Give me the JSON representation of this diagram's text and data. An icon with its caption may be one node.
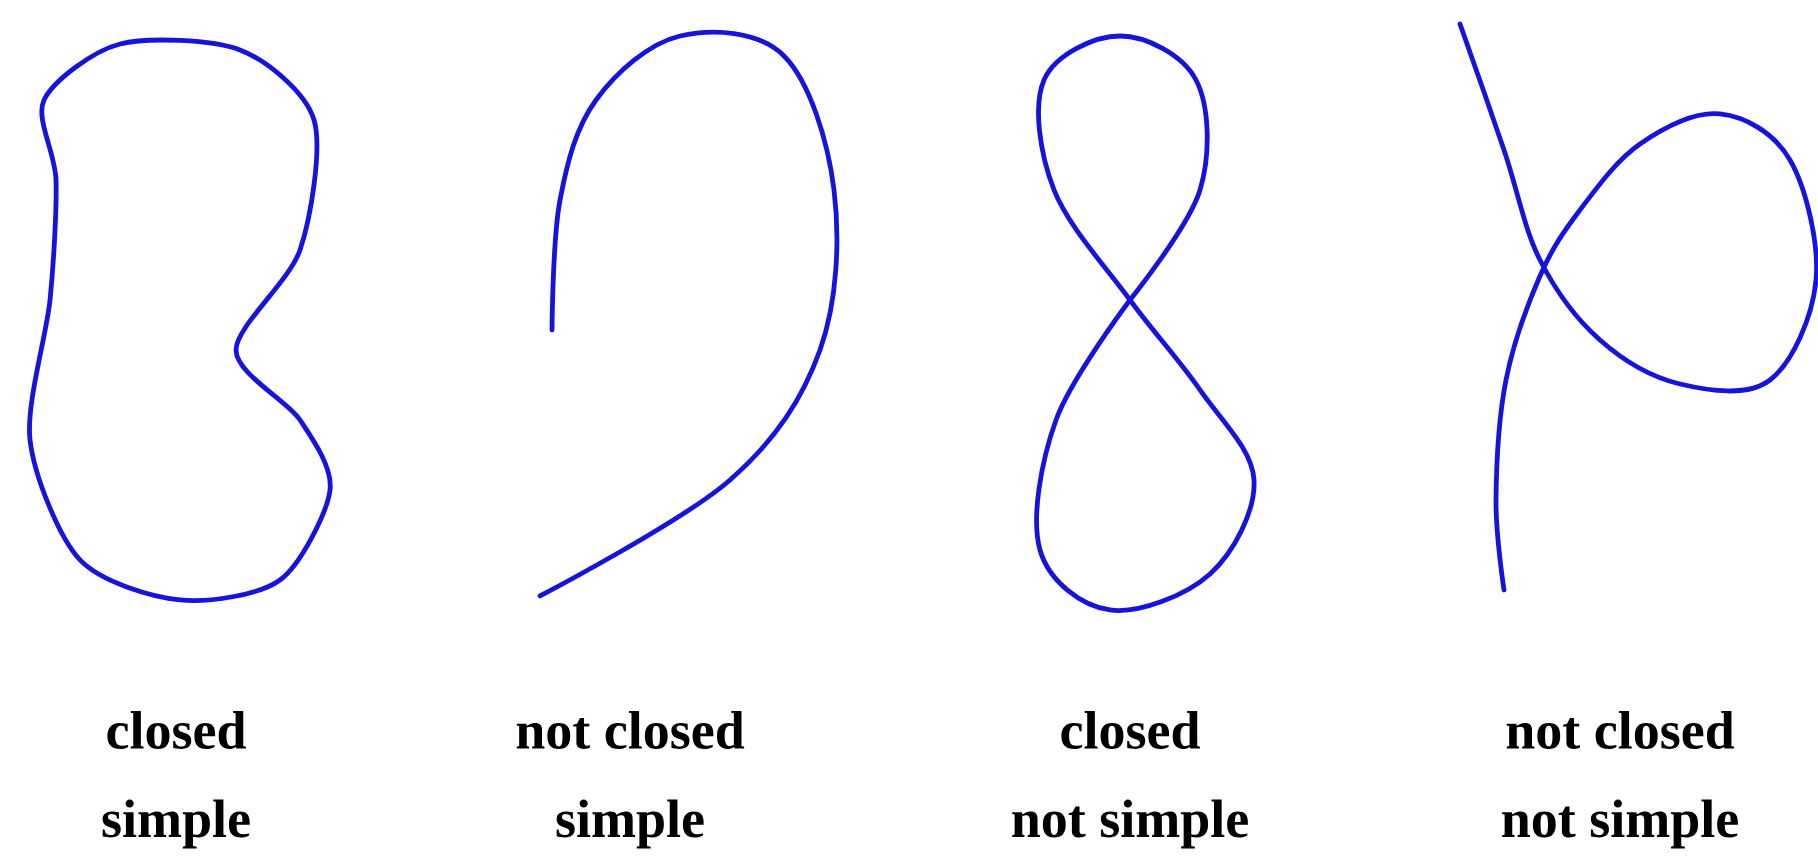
{
  "diagram": {
    "labels": [
      "closed",
      "simple",
      "not closed",
      "simple",
      "closed",
      "not simple",
      "not closed",
      "not simple"
    ]
  }
}
